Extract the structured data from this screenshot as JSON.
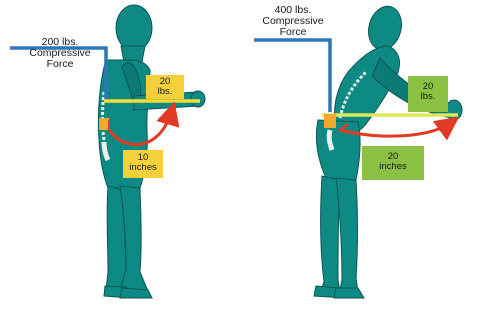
{
  "left_panel": {
    "force_label": [
      "200 lbs.",
      "Compressive",
      "Force"
    ],
    "weight_label": [
      "20",
      "lbs."
    ],
    "distance_label": [
      "10",
      "inches"
    ]
  },
  "right_panel": {
    "force_label": [
      "400 lbs.",
      "Compressive",
      "Force"
    ],
    "weight_label": [
      "20",
      "lbs."
    ],
    "distance_label": [
      "20",
      "inches"
    ]
  },
  "colors": {
    "body": "#0e8a85",
    "body_outline": "#0a5653",
    "spine": "#e8f1ea",
    "force_line": "#2a78b8",
    "weight_line_left": "#f3dd32",
    "weight_line_right": "#dde85a",
    "left_box": "#f4d13a",
    "right_box": "#8bc143",
    "arrow": "#e23a25",
    "pivot_left": "#f0a830",
    "pivot_right": "#f0a830"
  },
  "icons": {
    "left_figure": "standing-person-icon",
    "right_figure": "leaning-person-icon"
  }
}
